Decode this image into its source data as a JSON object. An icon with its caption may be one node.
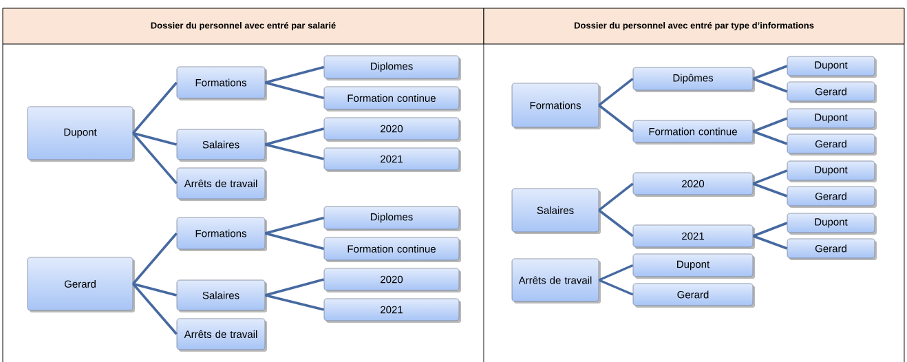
{
  "diagram": {
    "nodes": [
      {
        "text": [
          "Dupont"
        ]
      },
      {
        "text": [
          "Formations"
        ]
      },
      {
        "text": [
          "Diplomes"
        ]
      },
      {
        "text": [
          "Formation continue"
        ]
      },
      {
        "text": [
          "Salaires"
        ]
      },
      {
        "text": [
          "2020"
        ]
      },
      {
        "text": [
          "2021"
        ]
      },
      {
        "text": [
          "Arrêts de travail"
        ]
      },
      {
        "text": [
          "Gerard"
        ]
      },
      {
        "text": [
          "Formations"
        ]
      },
      {
        "text": [
          "Diplomes"
        ]
      },
      {
        "text": [
          "Formation continue"
        ]
      },
      {
        "text": [
          "Salaires"
        ]
      },
      {
        "text": [
          "2020"
        ]
      },
      {
        "text": [
          "2021"
        ]
      },
      {
        "text": [
          "Arrêts de travail"
        ]
      },
      {
        "text": [
          "Formations"
        ]
      },
      {
        "text": [
          "Dipômes"
        ]
      },
      {
        "text": [
          "Dupont"
        ]
      },
      {
        "text": [
          "Gerard"
        ]
      },
      {
        "text": [
          "Formation continue"
        ]
      },
      {
        "text": [
          "Dupont"
        ]
      },
      {
        "text": [
          "Gerard"
        ]
      },
      {
        "text": [
          "Salaires"
        ]
      },
      {
        "text": [
          "2020"
        ]
      },
      {
        "text": [
          "Dupont"
        ]
      },
      {
        "text": [
          "Gerard"
        ]
      },
      {
        "text": [
          "2021"
        ]
      },
      {
        "text": [
          "Dupont"
        ]
      },
      {
        "text": [
          "Gerard"
        ]
      },
      {
        "text": [
          "Arrêts de travail"
        ]
      },
      {
        "text": [
          "Dupont"
        ]
      },
      {
        "text": [
          "Gerard"
        ]
      }
    ],
    "edges": [
      {
        "from": 0,
        "to": 1,
        "arrow": "none"
      },
      {
        "from": 0,
        "to": 4,
        "arrow": "none"
      },
      {
        "from": 0,
        "to": 7,
        "arrow": "none"
      },
      {
        "from": 1,
        "to": 2,
        "arrow": "none"
      },
      {
        "from": 1,
        "to": 3,
        "arrow": "none"
      },
      {
        "from": 4,
        "to": 5,
        "arrow": "none"
      },
      {
        "from": 4,
        "to": 6,
        "arrow": "none"
      },
      {
        "from": 8,
        "to": 9,
        "arrow": "none"
      },
      {
        "from": 8,
        "to": 12,
        "arrow": "none"
      },
      {
        "from": 8,
        "to": 15,
        "arrow": "none"
      },
      {
        "from": 9,
        "to": 10,
        "arrow": "none"
      },
      {
        "from": 9,
        "to": 11,
        "arrow": "none"
      },
      {
        "from": 12,
        "to": 13,
        "arrow": "none"
      },
      {
        "from": 12,
        "to": 14,
        "arrow": "none"
      },
      {
        "from": 16,
        "to": 17,
        "arrow": "none"
      },
      {
        "from": 16,
        "to": 20,
        "arrow": "none"
      },
      {
        "from": 17,
        "to": 18,
        "arrow": "none"
      },
      {
        "from": 17,
        "to": 19,
        "arrow": "none"
      },
      {
        "from": 20,
        "to": 21,
        "arrow": "none"
      },
      {
        "from": 20,
        "to": 22,
        "arrow": "none"
      },
      {
        "from": 23,
        "to": 24,
        "arrow": "none"
      },
      {
        "from": 23,
        "to": 27,
        "arrow": "none"
      },
      {
        "from": 24,
        "to": 25,
        "arrow": "none"
      },
      {
        "from": 24,
        "to": 26,
        "arrow": "none"
      },
      {
        "from": 27,
        "to": 28,
        "arrow": "none"
      },
      {
        "from": 27,
        "to": 29,
        "arrow": "none"
      },
      {
        "from": 30,
        "to": 31,
        "arrow": "none"
      },
      {
        "from": 30,
        "to": 32,
        "arrow": "none"
      }
    ],
    "labels": [
      "Dossier du personnel avec entré par salarié",
      "Dossier du personnel avec entré par type d’informations"
    ]
  }
}
